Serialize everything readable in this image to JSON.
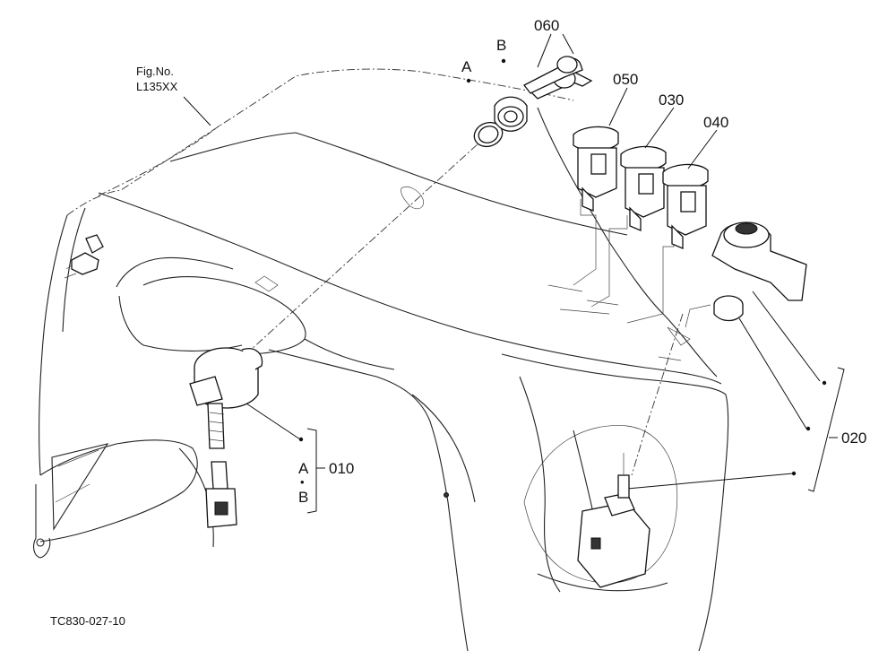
{
  "figure_ref": {
    "line1": "Fig.No.",
    "line2": "L135XX"
  },
  "callouts": {
    "key": "060",
    "bezel_a": "A",
    "bezel_b": "B",
    "switch_050": "050",
    "switch_030": "030",
    "switch_040": "040",
    "ignition_group": "010",
    "group_a": "A",
    "group_b": "B",
    "group_dot": "•",
    "throttle_group": "020"
  },
  "drawing_code": "TC830-027-10"
}
